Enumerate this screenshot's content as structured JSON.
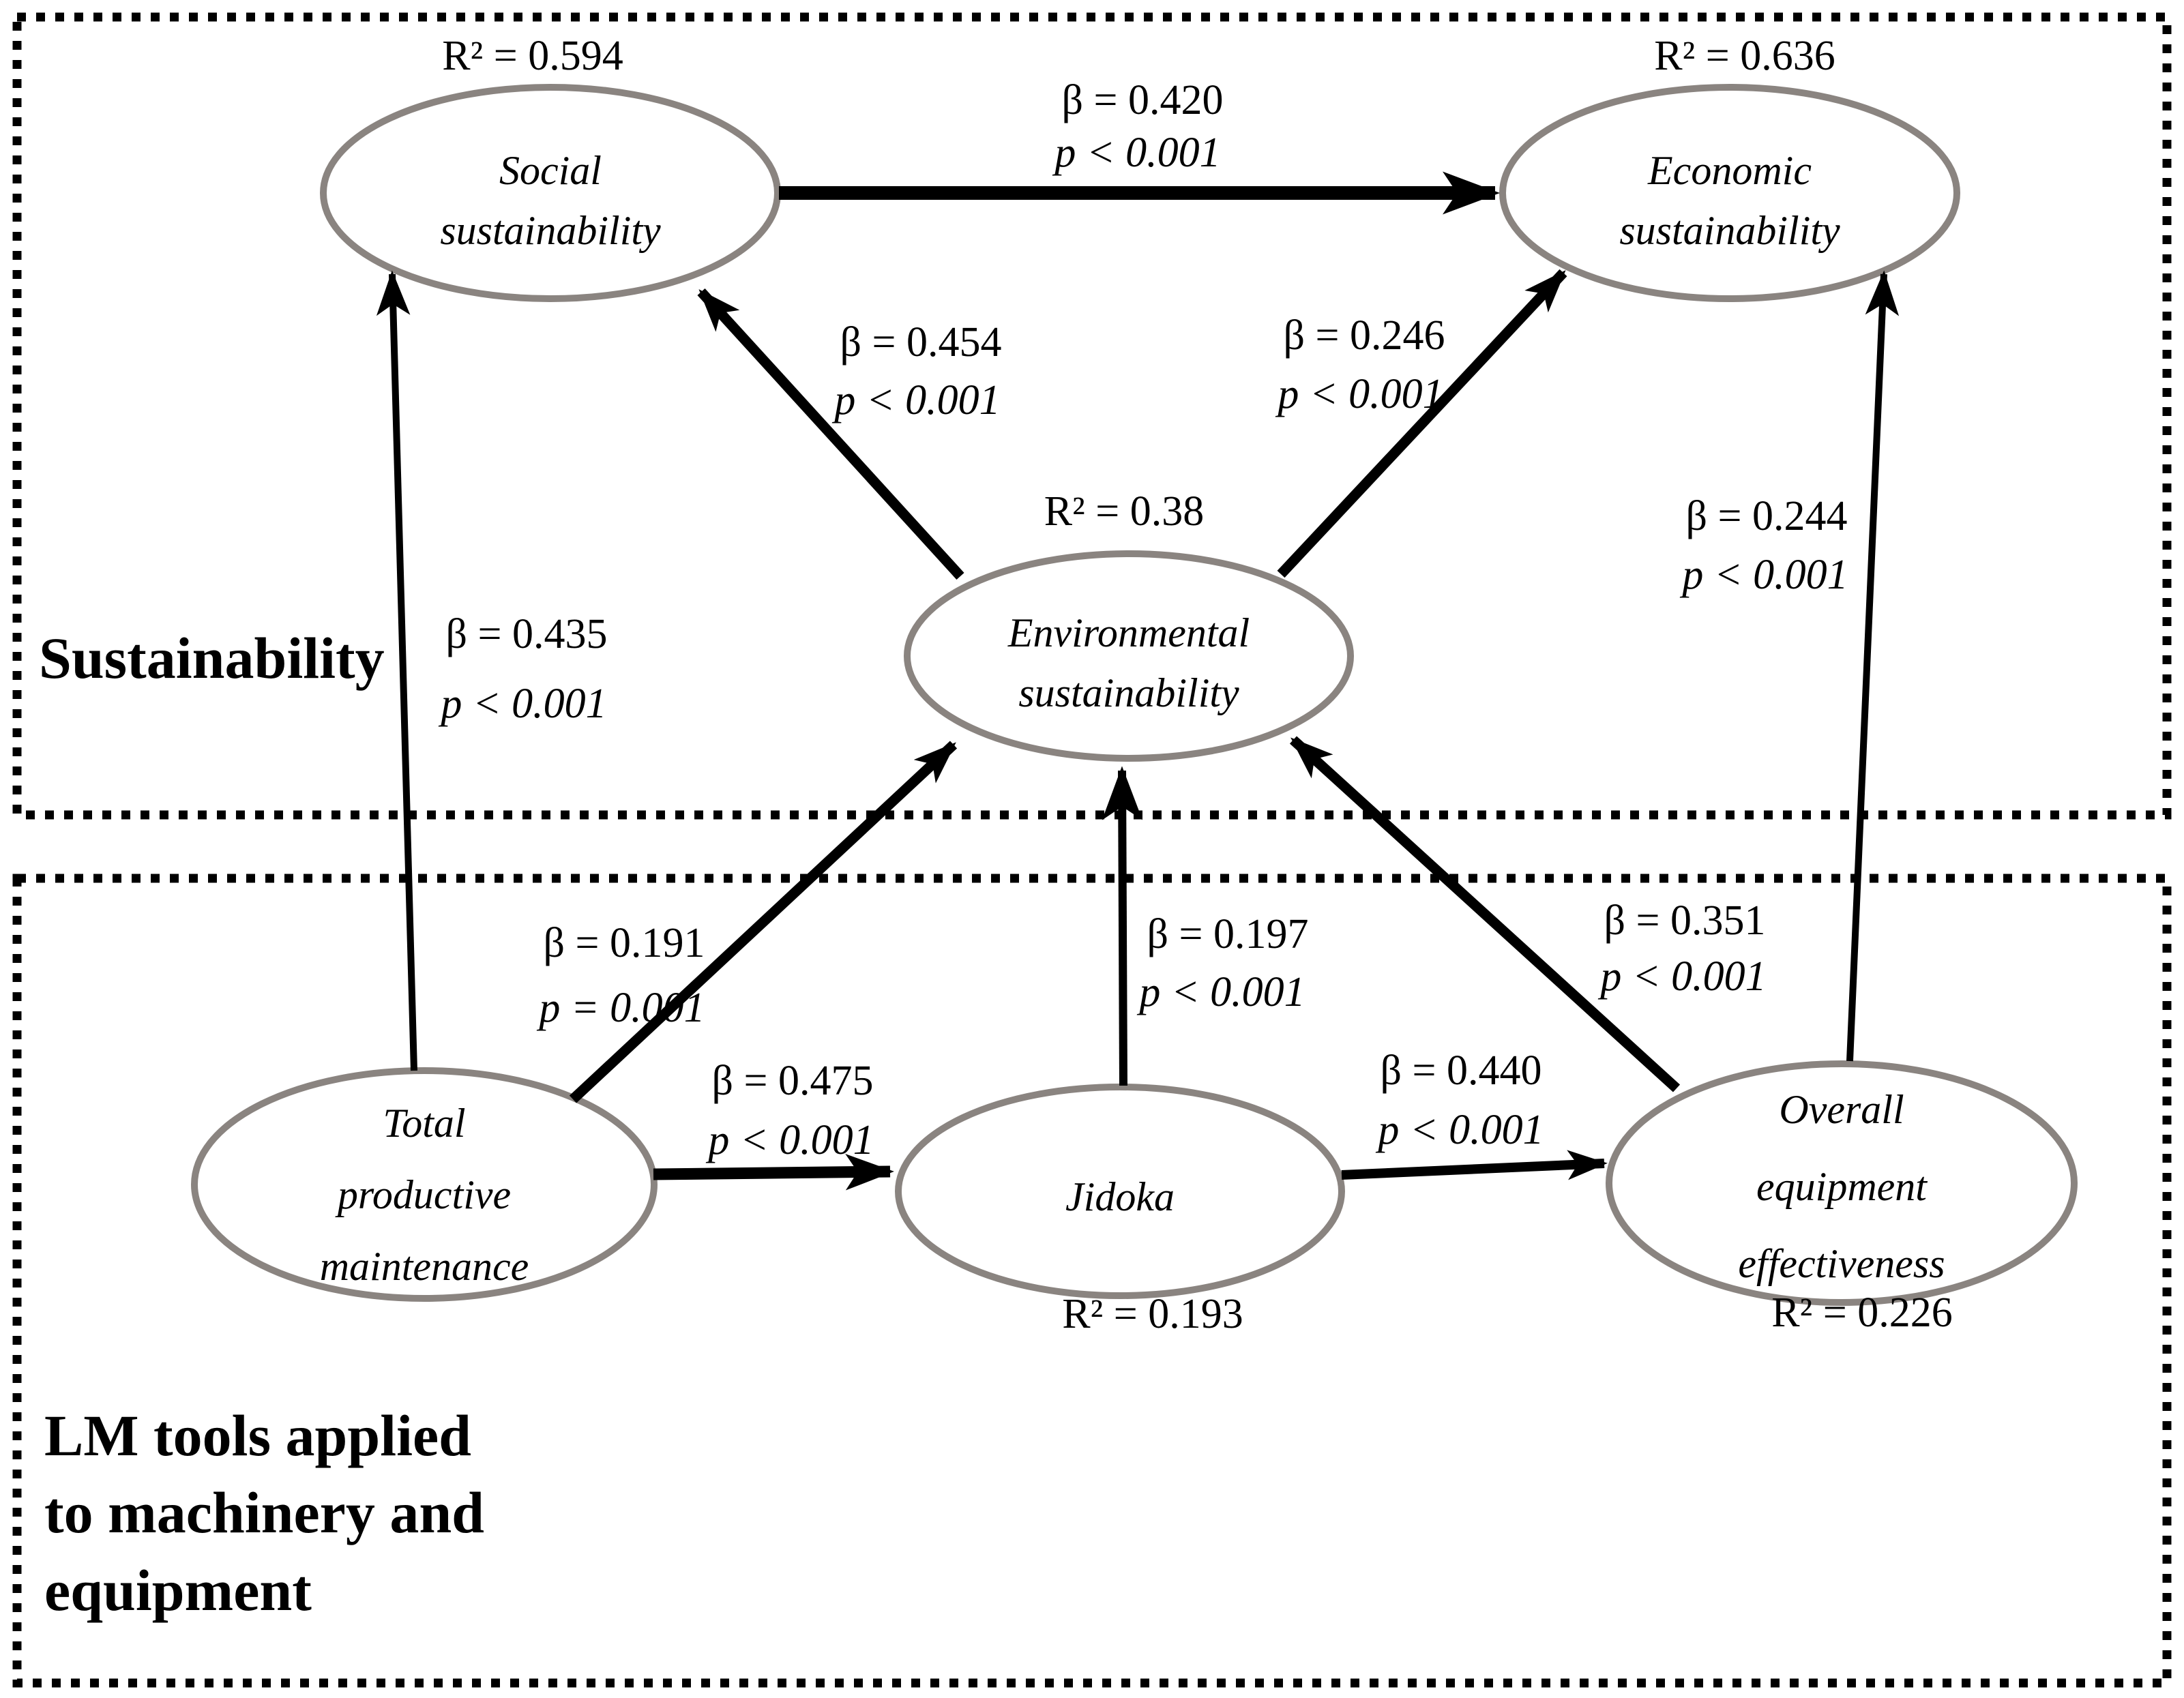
{
  "diagram": {
    "title": "Structural model: LM tools applied to machinery and equipment and sustainability",
    "colors": {
      "ellipse_stroke": "#8a8480",
      "arrow": "#000000",
      "box_border": "#000000",
      "background": "#ffffff"
    },
    "sections": {
      "sustainability": {
        "label": "Sustainability"
      },
      "lm_tools": {
        "lines": [
          "LM tools applied",
          "to machinery and",
          "equipment"
        ]
      }
    },
    "nodes": {
      "social": {
        "lines": [
          "Social",
          "sustainability"
        ],
        "r2": "R² = 0.594"
      },
      "economic": {
        "lines": [
          "Economic",
          "sustainability"
        ],
        "r2": "R² = 0.636"
      },
      "environmental": {
        "lines": [
          "Environmental",
          "sustainability"
        ],
        "r2": "R² = 0.38"
      },
      "tpm": {
        "lines": [
          "Total",
          "productive",
          "maintenance"
        ]
      },
      "jidoka": {
        "lines": [
          "Jidoka"
        ],
        "r2": "R² = 0.193"
      },
      "oee": {
        "lines": [
          "Overall",
          "equipment",
          "effectiveness"
        ],
        "r2": "R² = 0.226"
      }
    },
    "edges": {
      "social_economic": {
        "from": "Social sustainability",
        "to": "Economic sustainability",
        "beta": "β = 0.420",
        "p": "p < 0.001"
      },
      "environmental_social": {
        "from": "Environmental sustainability",
        "to": "Social sustainability",
        "beta": "β = 0.454",
        "p": "p < 0.001"
      },
      "environmental_economic": {
        "from": "Environmental sustainability",
        "to": "Economic sustainability",
        "beta": "β = 0.246",
        "p": "p < 0.001"
      },
      "tpm_social": {
        "from": "Total productive maintenance",
        "to": "Social sustainability",
        "beta": "β = 0.435",
        "p": "p < 0.001"
      },
      "tpm_environmental": {
        "from": "Total productive maintenance",
        "to": "Environmental sustainability",
        "beta": "β = 0.191",
        "p": "p = 0.001"
      },
      "tpm_jidoka": {
        "from": "Total productive maintenance",
        "to": "Jidoka",
        "beta": "β = 0.475",
        "p": "p < 0.001"
      },
      "jidoka_environmental": {
        "from": "Jidoka",
        "to": "Environmental sustainability",
        "beta": "β = 0.197",
        "p": "p < 0.001"
      },
      "jidoka_oee": {
        "from": "Jidoka",
        "to": "Overall equipment effectiveness",
        "beta": "β = 0.440",
        "p": "p < 0.001"
      },
      "oee_environmental": {
        "from": "Overall equipment effectiveness",
        "to": "Environmental sustainability",
        "beta": "β = 0.351",
        "p": "p < 0.001"
      },
      "oee_economic": {
        "from": "Overall equipment effectiveness",
        "to": "Economic sustainability",
        "beta": "β = 0.244",
        "p": "p < 0.001"
      }
    }
  }
}
